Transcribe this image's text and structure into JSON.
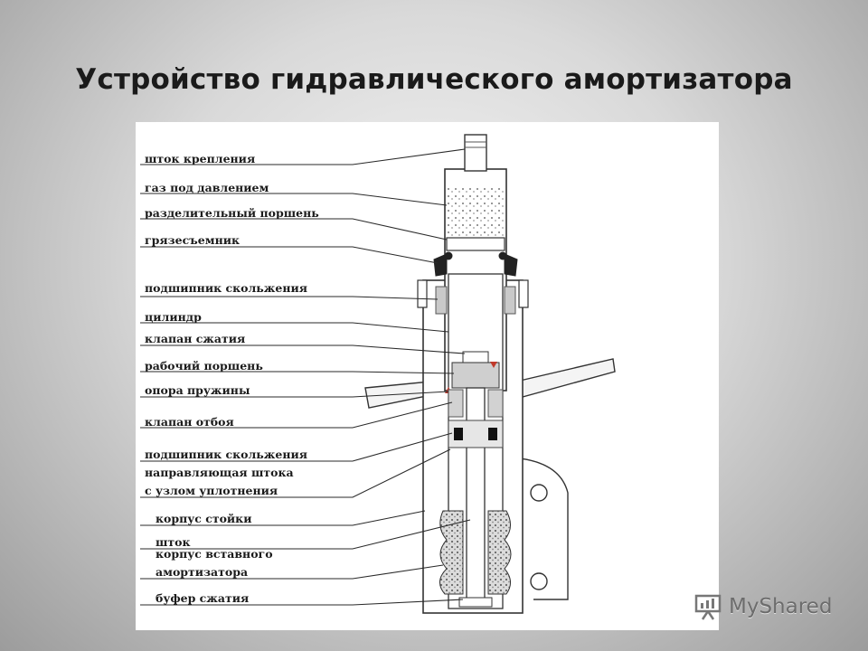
{
  "slide": {
    "title": "Устройство  гидравлического амортизатора"
  },
  "diagram": {
    "labels": [
      "шток крепления",
      "газ под давлением",
      "разделительный поршень",
      "грязесъемник",
      "подшипник скольжения",
      "цилиндр",
      "клапан сжатия",
      "рабочий поршень",
      "опора пружины",
      "клапан отбоя",
      "подшипник скольжения",
      "направляющая штока",
      "с узлом уплотнения",
      "корпус стойки",
      "шток",
      "корпус вставного",
      "амортизатора",
      "буфер сжатия"
    ]
  },
  "watermark": {
    "text": "MyShared",
    "icon": "presentation-board-icon"
  }
}
